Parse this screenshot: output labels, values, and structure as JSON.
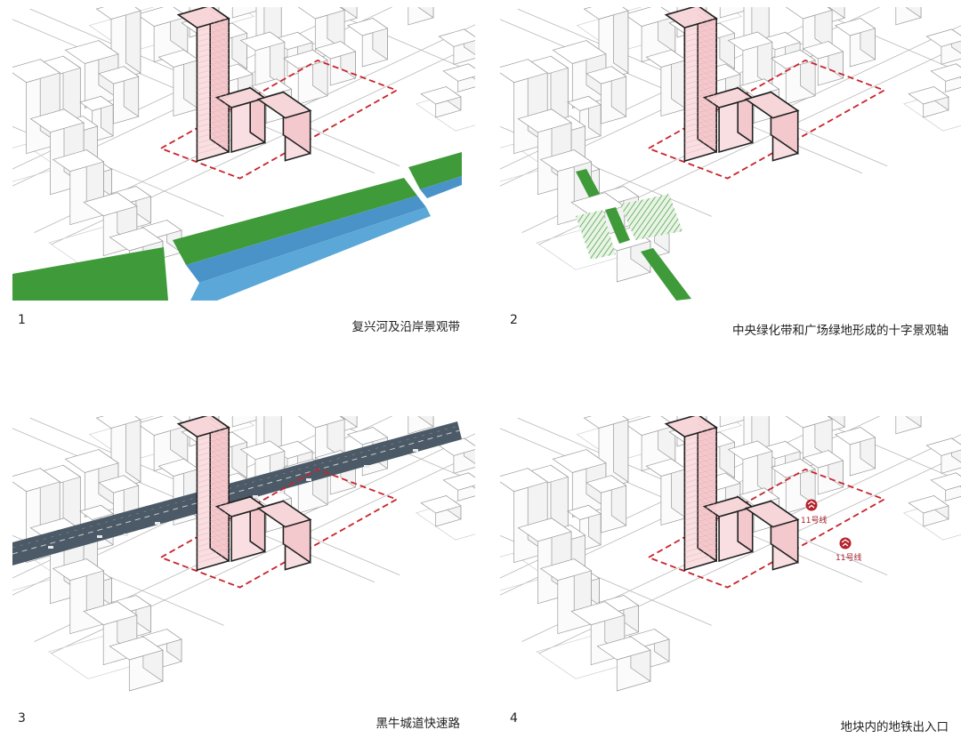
{
  "panels": [
    {
      "number": "1",
      "caption": "复兴河及沿岸景观带",
      "highlight": "river-greenbelt"
    },
    {
      "number": "2",
      "caption": "中央绿化带和广场绿地形成的十字景观轴",
      "highlight": "green-cross-axis"
    },
    {
      "number": "3",
      "caption": "黑牛城道快速路",
      "highlight": "expressway"
    },
    {
      "number": "4",
      "caption": "地块内的地铁出入口",
      "highlight": "metro-entrances"
    }
  ],
  "metro": {
    "label": "11号线"
  },
  "colors": {
    "site_boundary": "#c9242c",
    "tower_fill": "#f7d6d9",
    "outline": "#9a9a9a",
    "green": "#3f9a3a",
    "river": "#4a93c9",
    "road": "#4b5a66",
    "metro_icon": "#b5212c"
  },
  "icons": [
    "metro-icon"
  ]
}
